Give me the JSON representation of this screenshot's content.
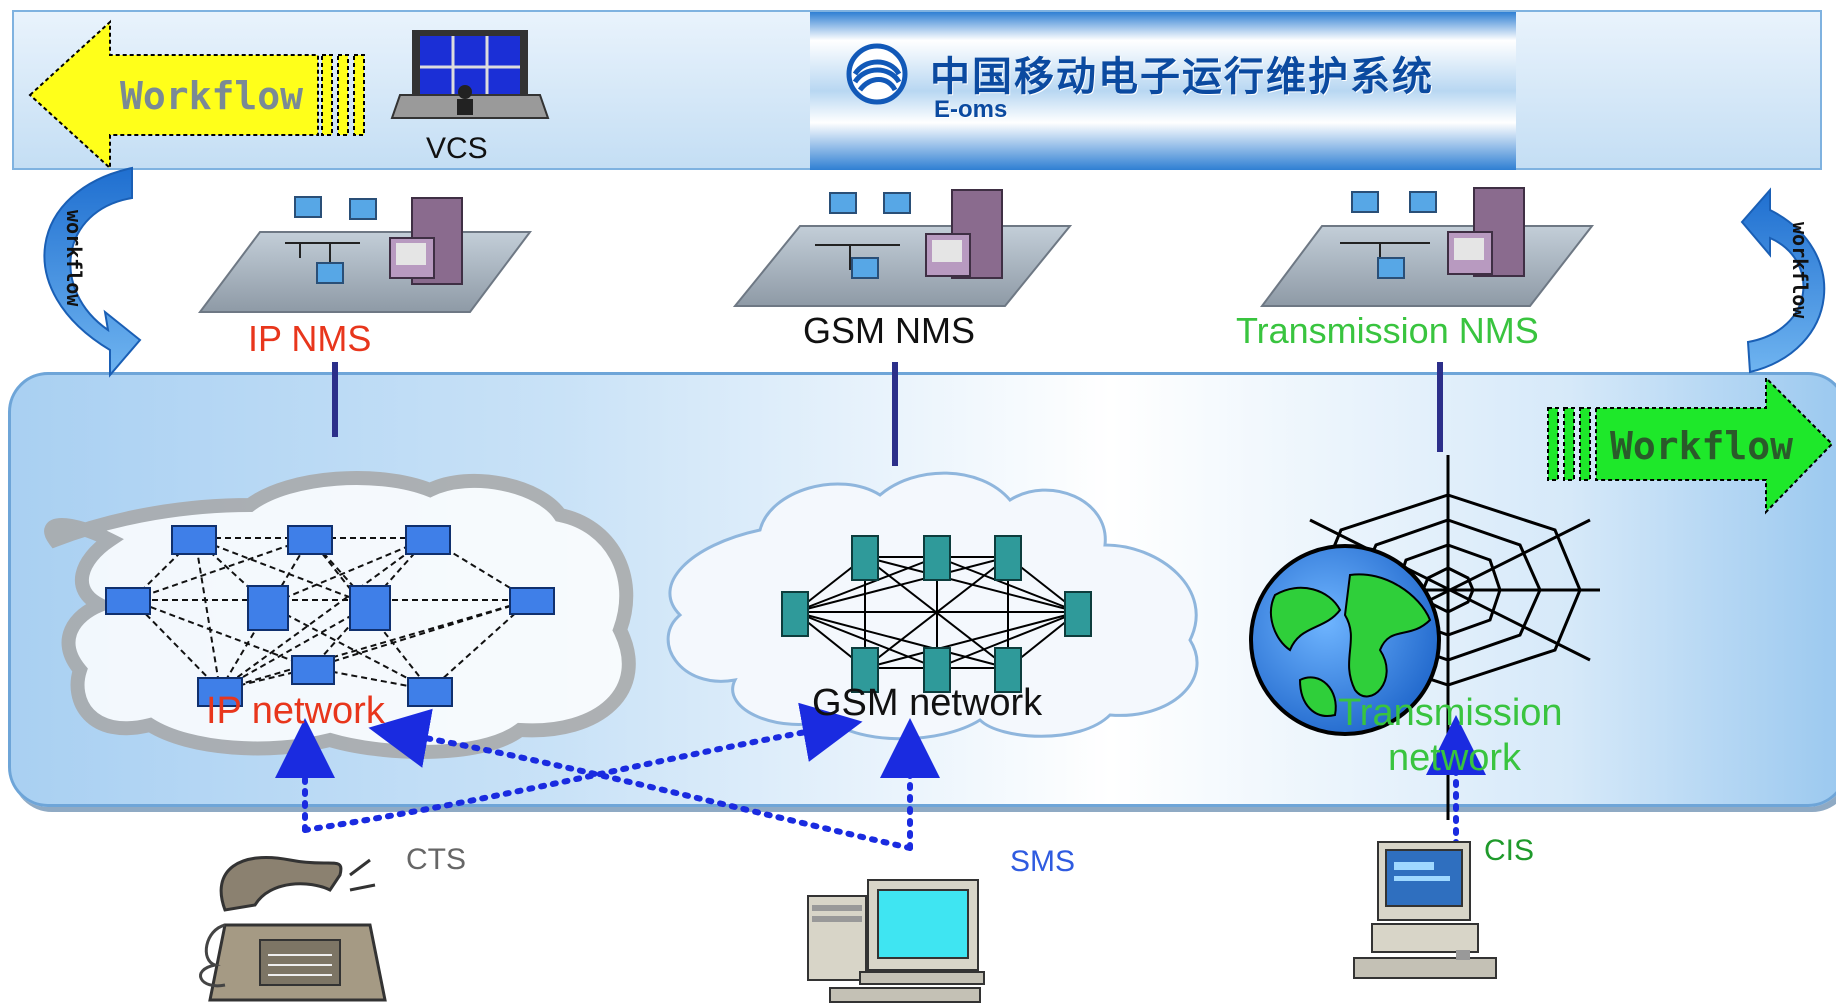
{
  "header": {
    "banner_title_cn": "中国移动电子运行维护系统",
    "banner_subtitle": "E-oms",
    "vcs_label": "VCS"
  },
  "workflow": {
    "top_left_arrow_label": "Workflow",
    "right_arrow_label": "Workflow",
    "left_curve_label": "workflow",
    "right_curve_label": "workflow"
  },
  "nms": [
    {
      "label": "IP NMS",
      "color": "#e8361c"
    },
    {
      "label": "GSM NMS",
      "color": "#111111"
    },
    {
      "label": "Transmission NMS",
      "color": "#39c43f"
    }
  ],
  "networks": [
    {
      "label": "IP network",
      "color": "#e8361c"
    },
    {
      "label": "GSM network",
      "color": "#111111"
    },
    {
      "label_line1": "Transmission",
      "label_line2": "network",
      "color": "#39c43f"
    }
  ],
  "terminals": [
    {
      "label": "CTS",
      "color": "#666666",
      "icon": "telephone-icon"
    },
    {
      "label": "SMS",
      "color": "#2f5be0",
      "icon": "desktop-computer-icon"
    },
    {
      "label": "CIS",
      "color": "#1f9a2b",
      "icon": "workstation-icon"
    }
  ],
  "colors": {
    "workflow_left_arrow": "#ffff1a",
    "workflow_right_arrow": "#1ee82a",
    "connector": "#2c2f8a",
    "dotted_link": "#1a2be0",
    "node_blue": "#3f7fe8",
    "server_teal": "#2f9a9a"
  }
}
